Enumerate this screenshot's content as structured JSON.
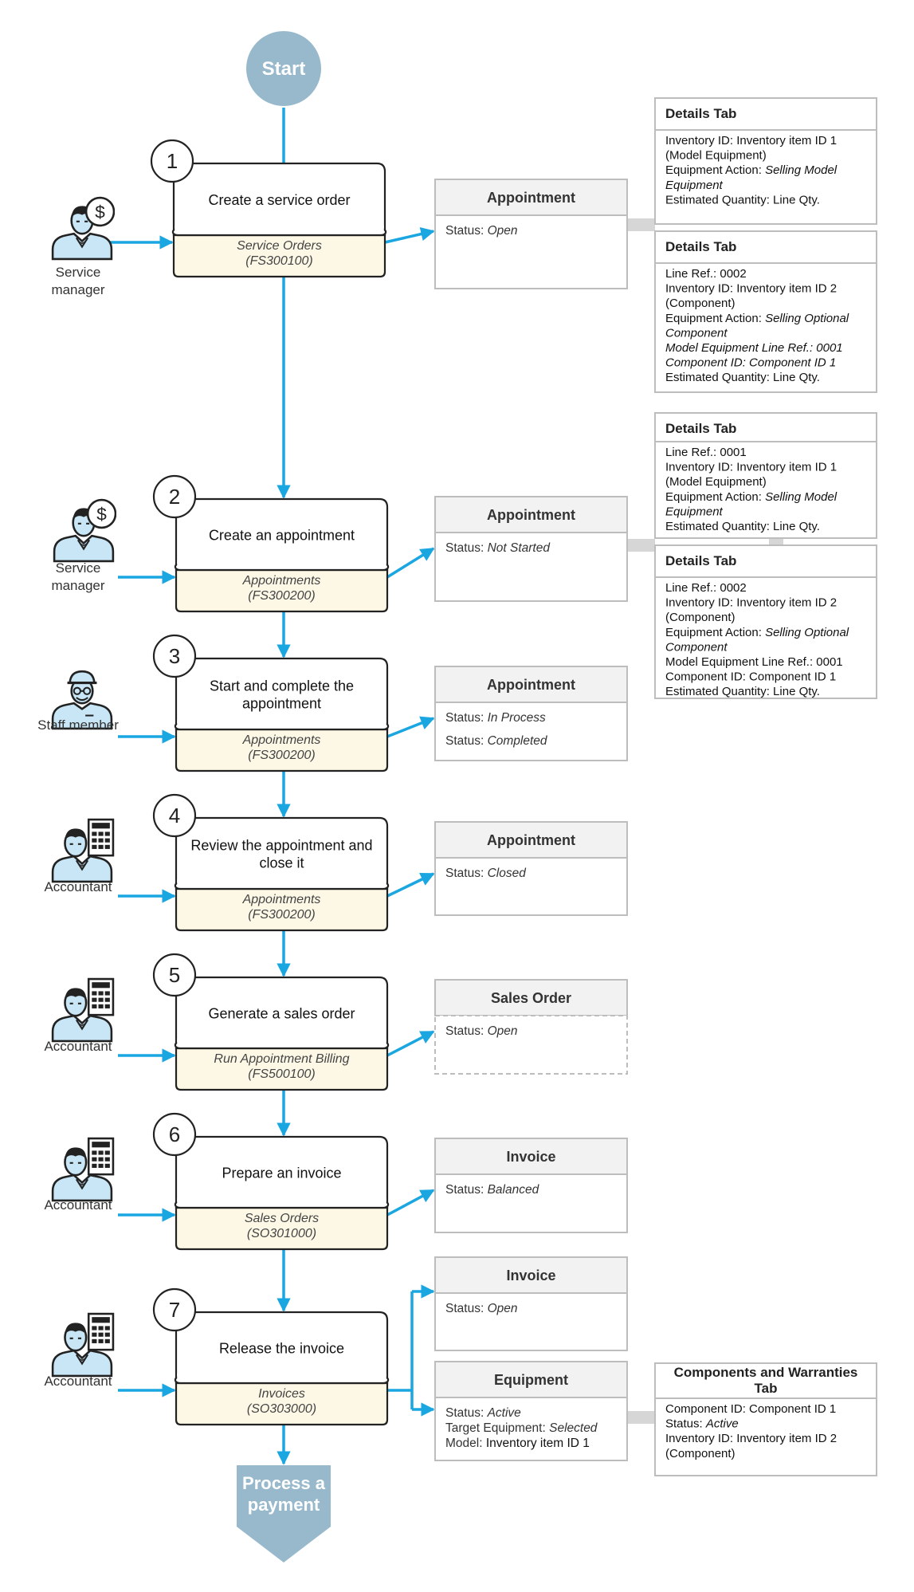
{
  "start": {
    "label": "Start"
  },
  "end": {
    "line1": "Process a",
    "line2": "payment"
  },
  "colors": {
    "arrow": "#1aa6e0",
    "start_fill": "#98b9cc",
    "screen_fill": "#fdf8e6",
    "entity_header": "#f2f2f2",
    "border": "#bdbdbd",
    "person": "#c8e6f5",
    "connector": "#d6d6d6"
  },
  "steps": [
    {
      "num": "1",
      "title": [
        "Create a service order"
      ],
      "screen": [
        "Service Orders",
        "(FS300100)"
      ],
      "role": [
        "Service",
        "manager"
      ],
      "icon": "service-manager-icon",
      "entities": [
        {
          "title": "Appointment",
          "rows": [
            {
              "label": "Status: ",
              "value": "Open"
            }
          ]
        }
      ]
    },
    {
      "num": "2",
      "title": [
        "Create an appointment"
      ],
      "screen": [
        "Appointments",
        "(FS300200)"
      ],
      "role": [
        "Service",
        "manager"
      ],
      "icon": "service-manager-icon",
      "entities": [
        {
          "title": "Appointment",
          "rows": [
            {
              "label": "Status: ",
              "value": "Not Started"
            }
          ]
        }
      ]
    },
    {
      "num": "3",
      "title": [
        "Start and complete the",
        "appointment"
      ],
      "screen": [
        "Appointments",
        "(FS300200)"
      ],
      "role": [
        "Staff member"
      ],
      "icon": "staff-member-icon",
      "entities": [
        {
          "title": "Appointment",
          "rows": [
            {
              "label": "Status: ",
              "value": "In Process"
            },
            {
              "label": "Status: ",
              "value": "Completed"
            }
          ]
        }
      ]
    },
    {
      "num": "4",
      "title": [
        "Review the appointment and",
        "close it"
      ],
      "screen": [
        "Appointments",
        "(FS300200)"
      ],
      "role": [
        "Accountant"
      ],
      "icon": "accountant-icon",
      "entities": [
        {
          "title": "Appointment",
          "rows": [
            {
              "label": "Status: ",
              "value": "Closed"
            }
          ]
        }
      ]
    },
    {
      "num": "5",
      "title": [
        "Generate a sales order"
      ],
      "screen": [
        "Run Appointment Billing",
        "(FS500100)"
      ],
      "role": [
        "Accountant"
      ],
      "icon": "accountant-icon",
      "entities": [
        {
          "title": "Sales Order",
          "rows": [
            {
              "label": "Status: ",
              "value": "Open"
            }
          ]
        }
      ]
    },
    {
      "num": "6",
      "title": [
        "Prepare an invoice"
      ],
      "screen": [
        "Sales Orders",
        "(SO301000)"
      ],
      "role": [
        "Accountant"
      ],
      "icon": "accountant-icon",
      "entities": [
        {
          "title": "Invoice",
          "rows": [
            {
              "label": "Status: ",
              "value": "Balanced"
            }
          ]
        }
      ]
    },
    {
      "num": "7",
      "title": [
        "Release the invoice"
      ],
      "screen": [
        "Invoices",
        "(SO303000)"
      ],
      "role": [
        "Accountant"
      ],
      "icon": "accountant-icon",
      "entities": [
        {
          "title": "Invoice",
          "rows": [
            {
              "label": "Status: ",
              "value": "Open"
            }
          ]
        },
        {
          "title": "Equipment",
          "rows": [
            {
              "label": "Status: ",
              "value": "Active"
            },
            {
              "label": "Target Equipment: ",
              "value": "Selected"
            },
            {
              "label": "Model: ",
              "value": "Inventory item ID 1",
              "plain": true
            }
          ]
        }
      ]
    }
  ],
  "details": [
    {
      "title": [
        "Details Tab"
      ],
      "lines": [
        [
          {
            "t": "Inventory ID: Inventory item ID 1"
          }
        ],
        [
          {
            "t": "(Model Equipment)"
          }
        ],
        [
          {
            "t": "Equipment Action: "
          },
          {
            "t": "Selling Model",
            "i": true
          }
        ],
        [
          {
            "t": "Equipment",
            "i": true
          }
        ],
        [
          {
            "t": "Estimated Quantity: Line Qty."
          }
        ]
      ]
    },
    {
      "title": [
        "Details Tab"
      ],
      "lines": [
        [
          {
            "t": "Line Ref.: 0002"
          }
        ],
        [
          {
            "t": "Inventory ID: Inventory item ID 2"
          }
        ],
        [
          {
            "t": "(Component)"
          }
        ],
        [
          {
            "t": "Equipment Action: "
          },
          {
            "t": "Selling Optional",
            "i": true
          }
        ],
        [
          {
            "t": "Component",
            "i": true
          }
        ],
        [
          {
            "t": "Model Equipment Line Ref.: 0001",
            "i": true
          }
        ],
        [
          {
            "t": "Component ID: Component ID 1",
            "i": true
          }
        ],
        [
          {
            "t": "Estimated Quantity: Line Qty."
          }
        ]
      ]
    },
    {
      "title": [
        "Details Tab"
      ],
      "lines": [
        [
          {
            "t": "Line Ref.: 0001"
          }
        ],
        [
          {
            "t": "Inventory ID: Inventory item ID 1"
          }
        ],
        [
          {
            "t": "(Model Equipment)"
          }
        ],
        [
          {
            "t": "Equipment Action: "
          },
          {
            "t": "Selling Model",
            "i": true
          }
        ],
        [
          {
            "t": "Equipment",
            "i": true
          }
        ],
        [
          {
            "t": "Estimated Quantity: Line Qty."
          }
        ]
      ]
    },
    {
      "title": [
        "Details Tab"
      ],
      "lines": [
        [
          {
            "t": "Line Ref.: 0002"
          }
        ],
        [
          {
            "t": "Inventory ID: Inventory item ID 2"
          }
        ],
        [
          {
            "t": "(Component)"
          }
        ],
        [
          {
            "t": "Equipment Action: "
          },
          {
            "t": "Selling Optional",
            "i": true
          }
        ],
        [
          {
            "t": "Component",
            "i": true
          }
        ],
        [
          {
            "t": "Model Equipment Line Ref.: 0001"
          }
        ],
        [
          {
            "t": "Component ID: Component ID 1"
          }
        ],
        [
          {
            "t": "Estimated Quantity: Line Qty."
          }
        ]
      ]
    },
    {
      "title": [
        "Components and Warranties",
        "Tab"
      ],
      "lines": [
        [
          {
            "t": "Component ID: Component ID 1"
          }
        ],
        [
          {
            "t": "Status: "
          },
          {
            "t": "Active",
            "i": true
          }
        ],
        [
          {
            "t": "Inventory ID: Inventory item ID 2"
          }
        ],
        [
          {
            "t": "(Component)"
          }
        ]
      ]
    }
  ]
}
